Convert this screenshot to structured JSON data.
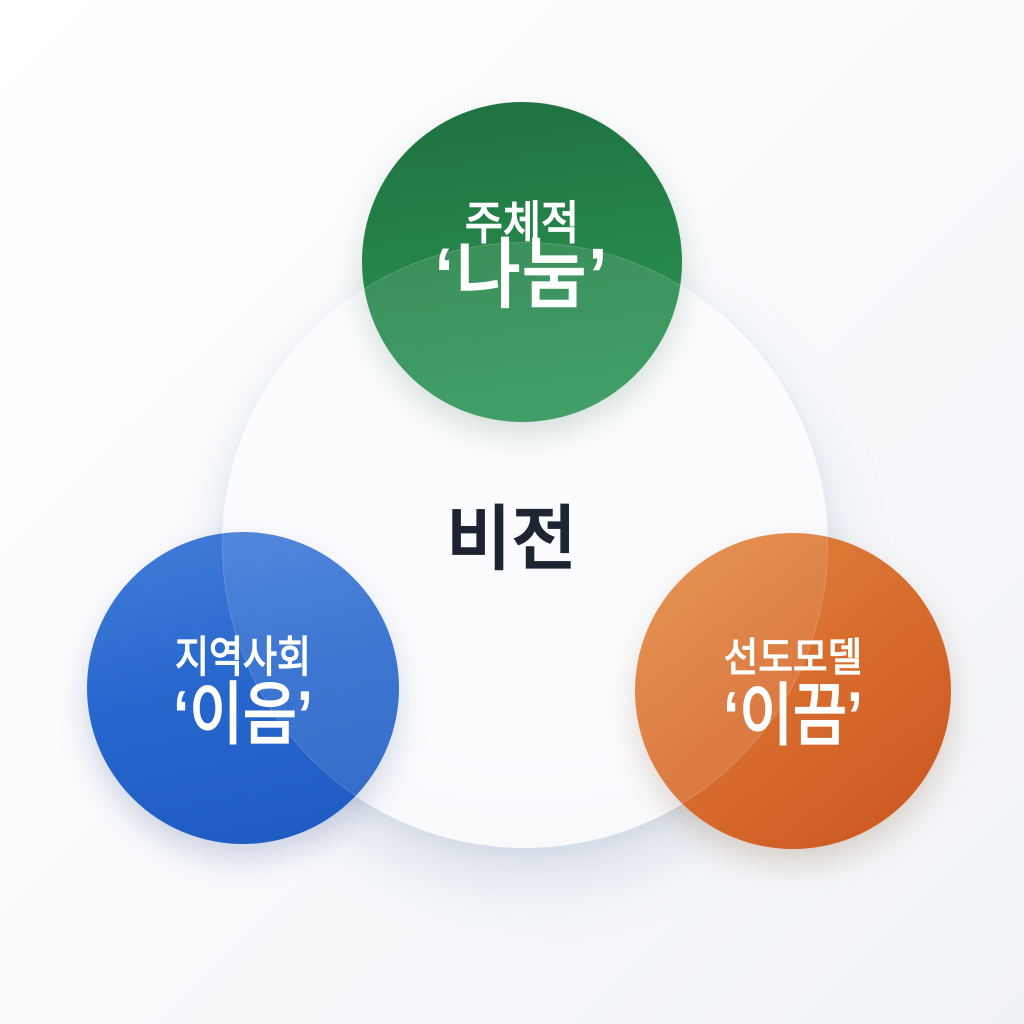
{
  "diagram": {
    "title": "비전",
    "center": {
      "label": "비전",
      "text_color": "#1d2433",
      "fill": "#fafcfe"
    },
    "nodes": [
      {
        "id": "top",
        "line1": "주체적",
        "line2": "‘나눔’",
        "color": "#268549",
        "position": "top"
      },
      {
        "id": "bottom-left",
        "line1": "지역사회",
        "line2": "‘이음’",
        "color": "#2767cd",
        "position": "bottom-left"
      },
      {
        "id": "bottom-right",
        "line1": "선도모델",
        "line2": "‘이끔’",
        "color": "#d96f2f",
        "position": "bottom-right"
      }
    ]
  }
}
